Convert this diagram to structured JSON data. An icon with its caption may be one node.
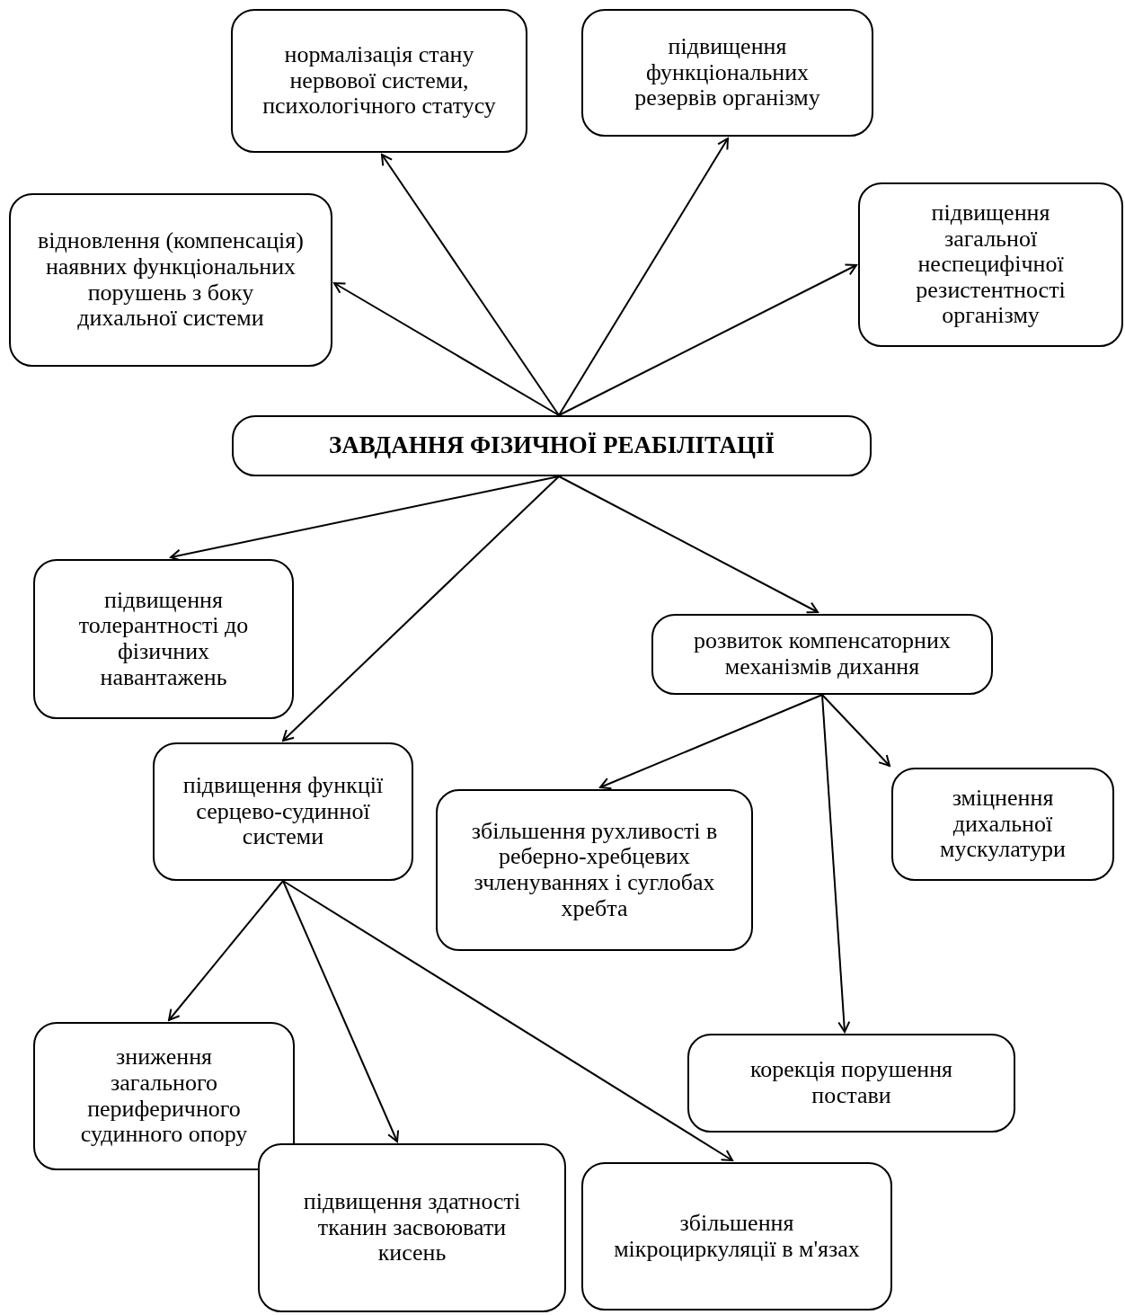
{
  "diagram": {
    "nodes": [
      {
        "text": [
          "нормалізація стану нервової системи, психологічного статусу"
        ]
      },
      {
        "text": [
          "підвищення функціональних резервів організму"
        ]
      },
      {
        "text": [
          "відновлення (компенсація) наявних функціональних порушень з боку дихальної системи"
        ]
      },
      {
        "text": [
          "підвищення загальної неспецифічної резистентності організму"
        ]
      },
      {
        "text": [
          "ЗАВДАННЯ ФІЗИЧНОЇ РЕАБІЛІТАЦІЇ"
        ]
      },
      {
        "text": [
          "підвищення толерантності до фізичних навантажень"
        ]
      },
      {
        "text": [
          "розвиток компенсаторних механізмів дихання"
        ]
      },
      {
        "text": [
          "підвищення функції серцево-судинної системи"
        ]
      },
      {
        "text": [
          "збільшення рухливості в реберно-хребцевих зчленуваннях і суглобах хребта"
        ]
      },
      {
        "text": [
          "зміцнення дихальної мускулатури"
        ]
      },
      {
        "text": [
          "зниження загального периферичного судинного опору"
        ]
      },
      {
        "text": [
          "корекція порушення постави"
        ]
      },
      {
        "text": [
          "підвищення здатності тканин засвоювати кисень"
        ]
      },
      {
        "text": [
          "збільшення мікроциркуляції в м'язах"
        ]
      }
    ],
    "edges": [
      {
        "from": 4,
        "to": 0,
        "arrow": "to"
      },
      {
        "from": 4,
        "to": 1,
        "arrow": "to"
      },
      {
        "from": 4,
        "to": 2,
        "arrow": "to"
      },
      {
        "from": 4,
        "to": 3,
        "arrow": "to"
      },
      {
        "from": 4,
        "to": 5,
        "arrow": "to"
      },
      {
        "from": 4,
        "to": 6,
        "arrow": "to"
      },
      {
        "from": 4,
        "to": 7,
        "arrow": "to"
      },
      {
        "from": 6,
        "to": 8,
        "arrow": "to"
      },
      {
        "from": 6,
        "to": 9,
        "arrow": "to"
      },
      {
        "from": 6,
        "to": 11,
        "arrow": "to"
      },
      {
        "from": 7,
        "to": 10,
        "arrow": "to"
      },
      {
        "from": 7,
        "to": 12,
        "arrow": "to"
      },
      {
        "from": 7,
        "to": 13,
        "arrow": "to"
      }
    ]
  }
}
